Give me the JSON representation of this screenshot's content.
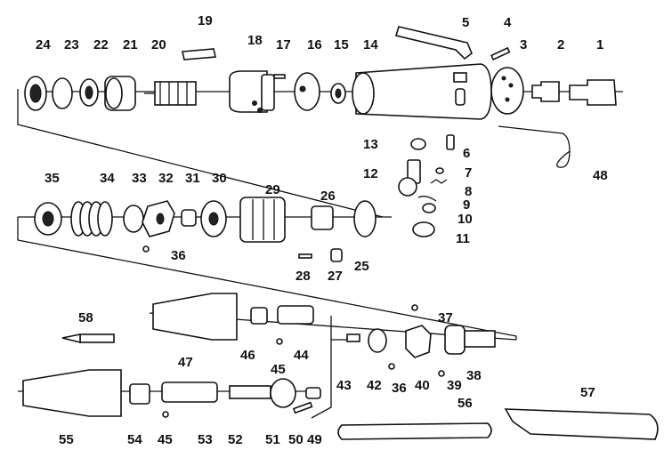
{
  "diagram": {
    "type": "exploded-parts-diagram",
    "labels": [
      "1",
      "2",
      "3",
      "4",
      "5",
      "6",
      "7",
      "8",
      "9",
      "10",
      "11",
      "12",
      "13",
      "14",
      "15",
      "16",
      "17",
      "18",
      "19",
      "20",
      "21",
      "22",
      "23",
      "24",
      "25",
      "26",
      "27",
      "28",
      "29",
      "30",
      "31",
      "32",
      "33",
      "34",
      "35",
      "36",
      "36",
      "37",
      "38",
      "39",
      "40",
      "42",
      "43",
      "44",
      "45",
      "45",
      "46",
      "47",
      "48",
      "49",
      "50",
      "51",
      "52",
      "53",
      "54",
      "55",
      "56",
      "57",
      "58"
    ]
  },
  "parts": {
    "p1": "1",
    "p2": "2",
    "p3": "3",
    "p4": "4",
    "p5": "5",
    "p6": "6",
    "p7": "7",
    "p8": "8",
    "p9": "9",
    "p10": "10",
    "p11": "11",
    "p12": "12",
    "p13": "13",
    "p14": "14",
    "p15": "15",
    "p16": "16",
    "p17": "17",
    "p18": "18",
    "p19": "19",
    "p20": "20",
    "p21": "21",
    "p22": "22",
    "p23": "23",
    "p24": "24",
    "p25": "25",
    "p26": "26",
    "p27": "27",
    "p28": "28",
    "p29": "29",
    "p30": "30",
    "p31": "31",
    "p32": "32",
    "p33": "33",
    "p34": "34",
    "p35": "35",
    "p36a": "36",
    "p36b": "36",
    "p37": "37",
    "p38": "38",
    "p39": "39",
    "p40": "40",
    "p42": "42",
    "p43": "43",
    "p44": "44",
    "p45a": "45",
    "p45b": "45",
    "p46": "46",
    "p47": "47",
    "p48": "48",
    "p49": "49",
    "p50": "50",
    "p51": "51",
    "p52": "52",
    "p53": "53",
    "p54": "54",
    "p55": "55",
    "p56": "56",
    "p57": "57",
    "p58": "58"
  }
}
